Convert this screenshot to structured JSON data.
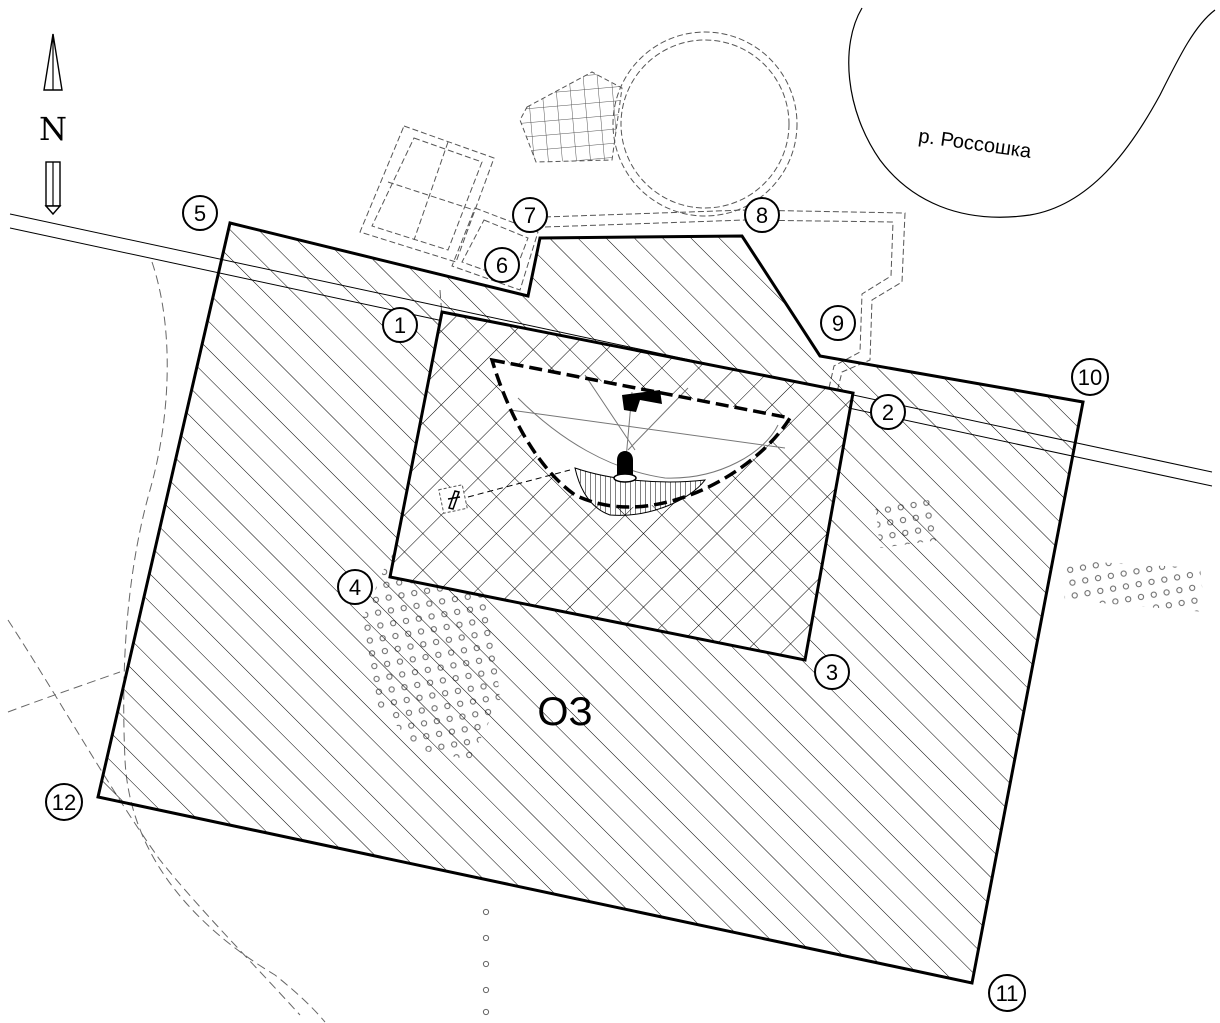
{
  "north_label": "N",
  "river_label": "р. Россошка",
  "zone_label": "ОЗ",
  "points": [
    {
      "id": "p1",
      "label": "1"
    },
    {
      "id": "p2",
      "label": "2"
    },
    {
      "id": "p3",
      "label": "3"
    },
    {
      "id": "p4",
      "label": "4"
    },
    {
      "id": "p5",
      "label": "5"
    },
    {
      "id": "p6",
      "label": "6"
    },
    {
      "id": "p7",
      "label": "7"
    },
    {
      "id": "p8",
      "label": "8"
    },
    {
      "id": "p9",
      "label": "9"
    },
    {
      "id": "p10",
      "label": "10"
    },
    {
      "id": "p11",
      "label": "11"
    },
    {
      "id": "p12",
      "label": "12"
    }
  ],
  "colors": {
    "ink": "#000000",
    "faint": "#666666",
    "paper": "#ffffff"
  }
}
